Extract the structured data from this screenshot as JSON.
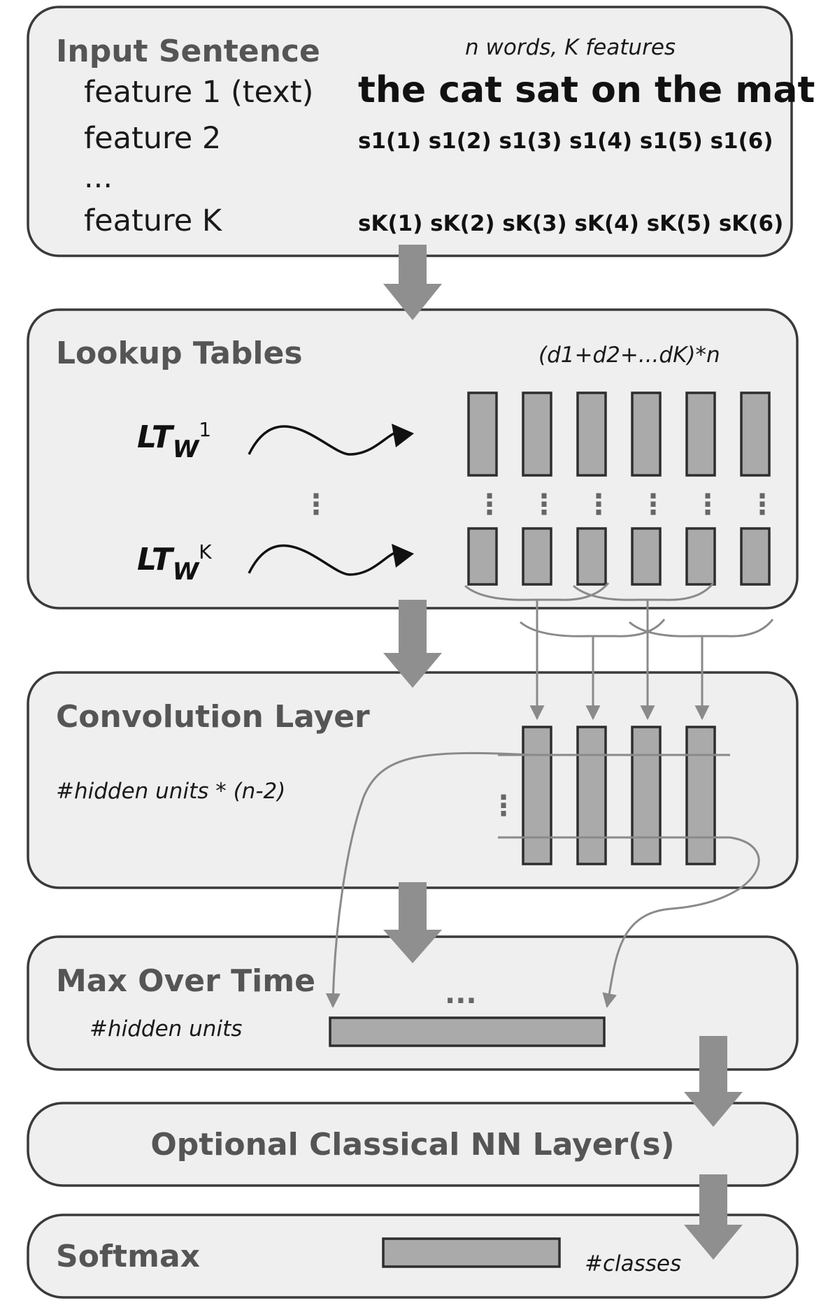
{
  "input_sentence": {
    "title": "Input Sentence",
    "shape_note": "n words, K features",
    "features": [
      {
        "label": "feature 1 (text)",
        "values": "the cat sat on the mat"
      },
      {
        "label": "feature 2",
        "values": "s1(1) s1(2) s1(3) s1(4) s1(5) s1(6)"
      },
      {
        "label": "...",
        "values": ""
      },
      {
        "label": "feature K",
        "values": "sK(1) sK(2) sK(3) sK(4) sK(5) sK(6)"
      }
    ]
  },
  "lookup_tables": {
    "title": "Lookup Tables",
    "shape_note": "(d1+d2+...dK)*n",
    "table_1": {
      "base": "LT",
      "sub": "W",
      "sup": "1"
    },
    "table_k": {
      "base": "LT",
      "sub": "W",
      "sup": "K"
    },
    "ellipsis": "⋮"
  },
  "convolution_layer": {
    "title": "Convolution Layer",
    "shape_note": "#hidden units * (n-2)",
    "ellipsis": "⋮"
  },
  "max_over_time": {
    "title": "Max Over Time",
    "shape_note": "#hidden units",
    "ellipsis": "..."
  },
  "optional_layers": {
    "title": "Optional Classical NN Layer(s)"
  },
  "softmax": {
    "title": "Softmax",
    "shape_note": "#classes"
  },
  "colors": {
    "panel_fill": "#efeff0",
    "panel_stroke": "#3a3a3a",
    "title_text": "#555555",
    "vector_fill": "#aaaaaa",
    "arrow": "#8f8f8f"
  }
}
